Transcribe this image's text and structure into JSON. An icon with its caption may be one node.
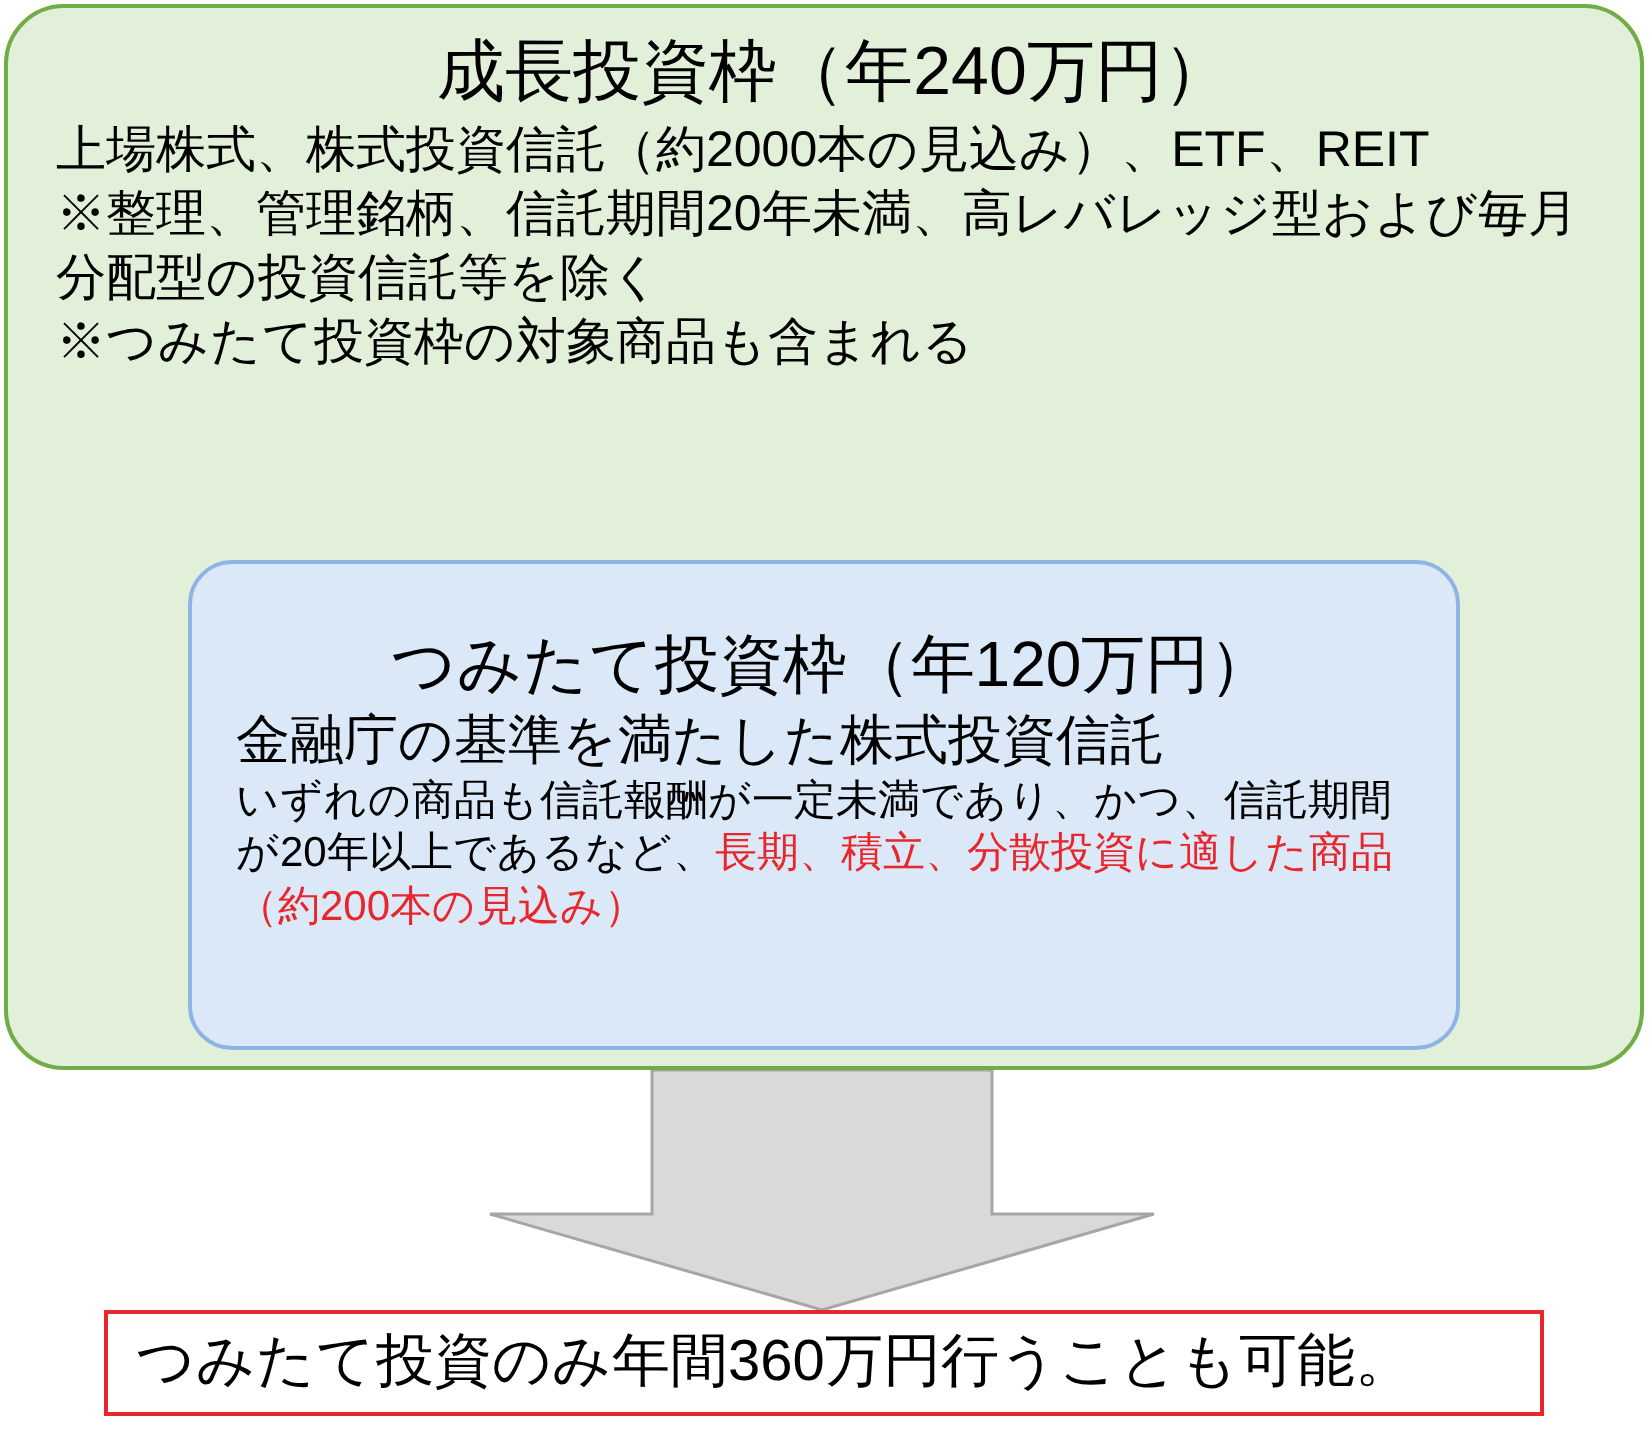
{
  "diagram": {
    "nodes": [
      {
        "text": [
          "成長投資枠（年240万円）",
          "上場株式、株式投資信託（約2000本の見込み）、ETF、REIT",
          "※整理、管理銘柄、信託期間20年未満、高レバレッジ型および毎月分配型の投資信託等を除く",
          "※つみたて投資枠の対象商品も含まれる"
        ]
      },
      {
        "text": [
          "つみたて投資枠（年120万円）",
          "金融庁の基準を満たした株式投資信託",
          "いずれの商品も信託報酬が一定未満であり、かつ、信託期間が20年以上であるなど、*長期、積立、分散投資に適した商品（約200本の見込み）*"
        ],
        "in": 0
      },
      {
        "text": [
          "つみたて投資のみ年間360万円行うことも可能。"
        ]
      }
    ],
    "edges": [
      {
        "from": 0,
        "to": 2,
        "arrow": "to"
      }
    ]
  }
}
